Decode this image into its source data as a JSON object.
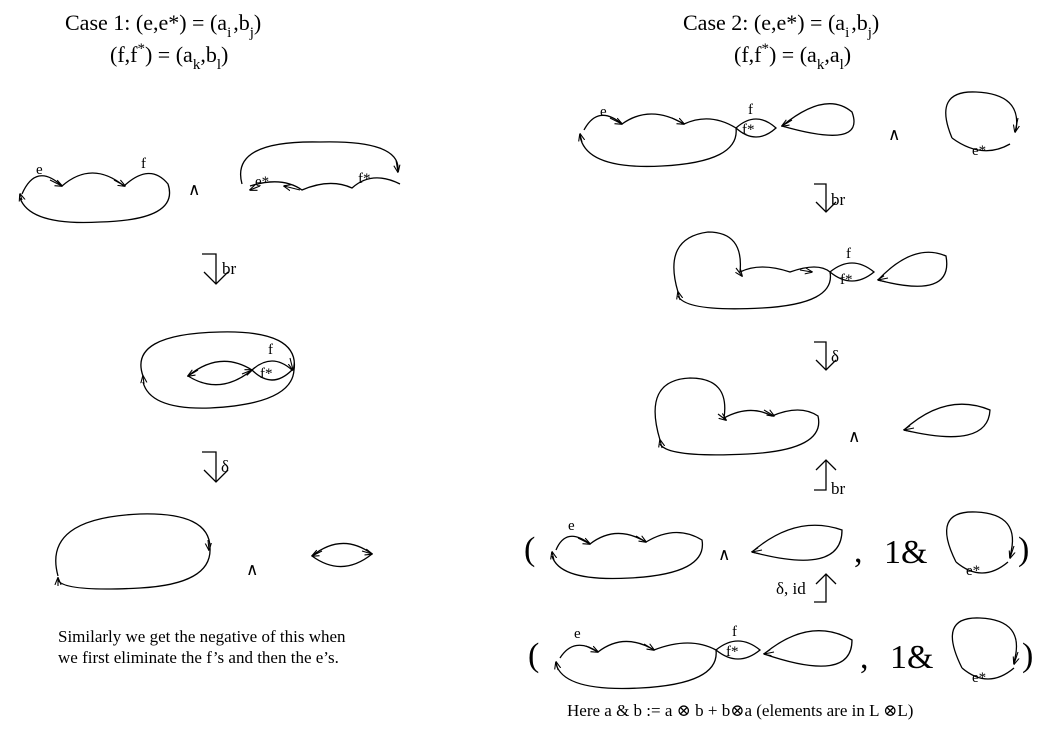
{
  "case1": {
    "title_line1": "Case 1: (e,e*) = (a",
    "title_line1_sub1": "i",
    "title_line1_b": "b",
    "title_line1_sub2": "j",
    "title_line1_end": ")",
    "title_line2": "(f,f",
    "title_line2_star": "*",
    "title_line2_mid": ") = (a",
    "title_line2_sub1": "k",
    "title_line2_b": "b",
    "title_line2_sub2": "l",
    "title_line2_end": ")",
    "wedge": "∧",
    "step1_label": "br",
    "step2_label": "δ",
    "note_line1": "Similarly we get the negative of this when",
    "note_line2": "we first eliminate the f’s and then the e’s."
  },
  "case2": {
    "title_line1": "Case 2: (e,e*) = (a",
    "title_line1_sub1": "i",
    "title_line1_b": "b",
    "title_line1_sub2": "j",
    "title_line1_end": ")",
    "title_line2": "(f,f",
    "title_line2_star": "*",
    "title_line2_mid": ") = (a",
    "title_line2_sub1": "k",
    "title_line2_a": "a",
    "title_line2_sub2": "l",
    "title_line2_end": ")",
    "wedge": "∧",
    "step1_label": "br",
    "step2_label": "δ",
    "step3_label": "br",
    "step4_label": "δ, id",
    "paren_open": "(",
    "paren_close": ")",
    "comma": ",",
    "tensor_term": "1&",
    "footer": "Here a & b := a ⊗ b + b⊗a (elements are in L ⊗L)"
  },
  "labels": {
    "e": "e",
    "f": "f",
    "e_star": "e*",
    "f_star": "f*"
  }
}
